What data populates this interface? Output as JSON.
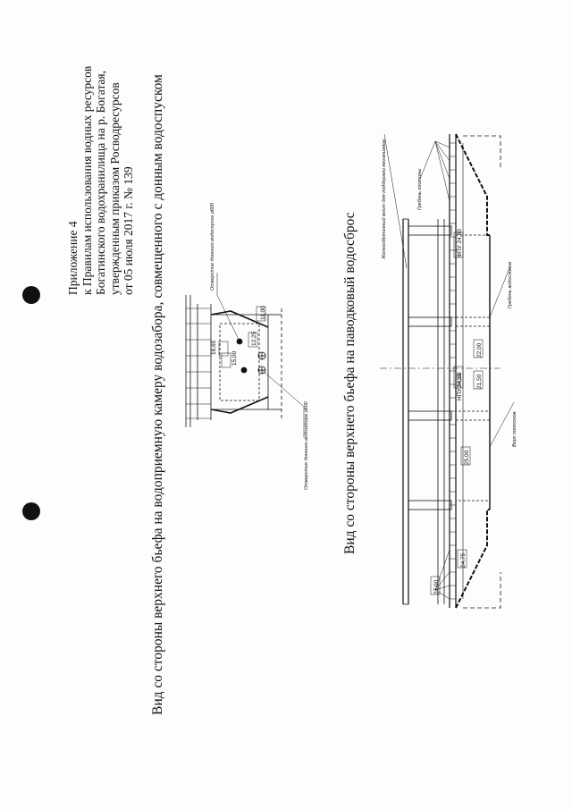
{
  "header": {
    "lines": [
      "Приложение  4",
      "к Правилам использования водных ресурсов",
      "Богатинского водохранилища на р. Богатая,",
      "утвержденным приказом Росводресурсов",
      "от 05 июля 2017 г. № 139"
    ]
  },
  "captions": {
    "intake_view": "Вид со стороны верхнего бьефа на водоприемную камеру водозабора, совмещенного с донным водоспуском",
    "spillway_view": "Вид со стороны верхнего бьефа на паводковый водосброс"
  },
  "drawing1": {
    "elevations": [
      "18,65",
      "12,25",
      "15,00",
      "11,00"
    ],
    "notes": [
      "Отверстие донного водоспуска ⌀600",
      "Отверстие донного водозабора ⌀600"
    ]
  },
  "drawing2": {
    "elevations": [
      "27,00",
      "25,00",
      "24,75",
      "24,50",
      "22,00",
      "21,50",
      "ФПУ 24,80",
      "НПУ 24,50"
    ],
    "notes": [
      "Железобетонный мост для поддержки механизмов",
      "Гребень плотины",
      "Верх понтонов",
      "Гребень водосливов"
    ]
  }
}
